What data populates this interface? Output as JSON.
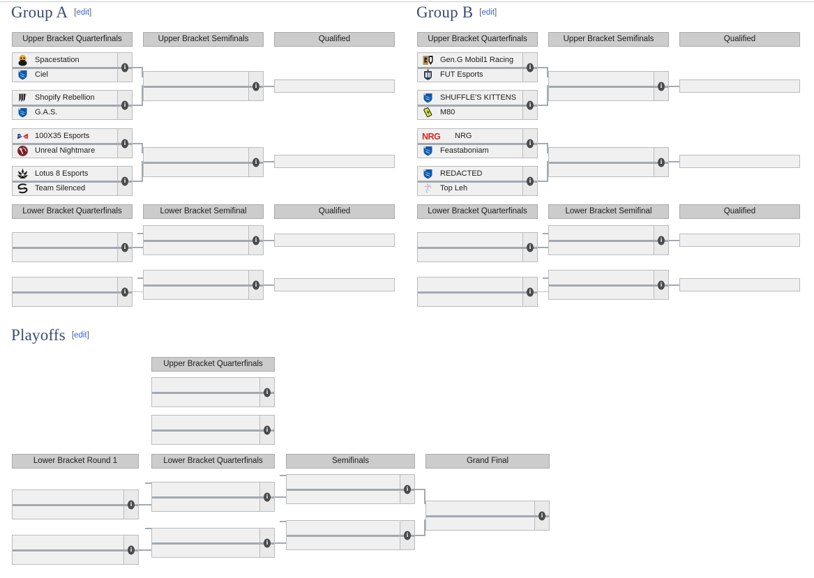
{
  "page": {
    "sections": [
      {
        "title": "Group A",
        "edit_label": "edit"
      },
      {
        "title": "Group B",
        "edit_label": "edit"
      },
      {
        "title": "Playoffs",
        "edit_label": "edit"
      }
    ]
  },
  "round_labels": {
    "ubqf": "Upper Bracket Quarterfinals",
    "ubsf": "Upper Bracket Semifinals",
    "qualified": "Qualified",
    "lbqf": "Lower Bracket Quarterfinals",
    "lbsf": "Lower Bracket Semifinal",
    "lbr1": "Lower Bracket Round 1",
    "playoff_lbqf": "Lower Bracket Quarterfinals",
    "semifinals": "Semifinals",
    "grandfinal": "Grand Final"
  },
  "group_a": {
    "title": "Group A",
    "upper_quarterfinals": [
      {
        "top": {
          "name": "Spacestation",
          "logo": "spacestation-logo"
        },
        "bottom": {
          "name": "Ciel",
          "logo": "ciel-logo"
        }
      },
      {
        "top": {
          "name": "Shopify Rebellion",
          "logo": "shopify-rebellion-logo"
        },
        "bottom": {
          "name": "G.A.S.",
          "logo": "gas-logo"
        }
      },
      {
        "top": {
          "name": "100X35 Esports",
          "logo": "100x35-esports-logo"
        },
        "bottom": {
          "name": "Unreal Nightmare",
          "logo": "unreal-nightmare-logo"
        }
      },
      {
        "top": {
          "name": "Lotus 8 Esports",
          "logo": "lotus-8-esports-logo"
        },
        "bottom": {
          "name": "Team Silenced",
          "logo": "team-silenced-logo"
        }
      }
    ],
    "upper_semifinals": [
      {
        "top": {
          "name": ""
        },
        "bottom": {
          "name": ""
        }
      },
      {
        "top": {
          "name": ""
        },
        "bottom": {
          "name": ""
        }
      }
    ],
    "upper_qualified": [
      {
        "name": ""
      },
      {
        "name": ""
      }
    ],
    "lower_quarterfinals": [
      {
        "top": {
          "name": ""
        },
        "bottom": {
          "name": ""
        }
      },
      {
        "top": {
          "name": ""
        },
        "bottom": {
          "name": ""
        }
      }
    ],
    "lower_semifinals": [
      {
        "top": {
          "name": ""
        },
        "bottom": {
          "name": ""
        }
      },
      {
        "top": {
          "name": ""
        },
        "bottom": {
          "name": ""
        }
      }
    ],
    "lower_qualified": [
      {
        "name": ""
      },
      {
        "name": ""
      }
    ]
  },
  "group_b": {
    "title": "Group B",
    "upper_quarterfinals": [
      {
        "top": {
          "name": "Gen.G Mobil1 Racing",
          "logo": "geng-logo"
        },
        "bottom": {
          "name": "FUT Esports",
          "logo": "fut-esports-logo"
        }
      },
      {
        "top": {
          "name": "SHUFFLE'S KITTENS",
          "logo": "shuffles-kittens-logo"
        },
        "bottom": {
          "name": "M80",
          "logo": "m80-logo"
        }
      },
      {
        "top": {
          "name": "NRG",
          "logo": "nrg-logo"
        },
        "bottom": {
          "name": "Feastaboniam",
          "logo": "feastaboniam-logo"
        }
      },
      {
        "top": {
          "name": "REDACTED",
          "logo": "redacted-logo"
        },
        "bottom": {
          "name": "Top Leh",
          "logo": "top-leh-logo"
        }
      }
    ],
    "upper_semifinals": [
      {
        "top": {
          "name": ""
        },
        "bottom": {
          "name": ""
        }
      },
      {
        "top": {
          "name": ""
        },
        "bottom": {
          "name": ""
        }
      }
    ],
    "upper_qualified": [
      {
        "name": ""
      },
      {
        "name": ""
      }
    ],
    "lower_quarterfinals": [
      {
        "top": {
          "name": ""
        },
        "bottom": {
          "name": ""
        }
      },
      {
        "top": {
          "name": ""
        },
        "bottom": {
          "name": ""
        }
      }
    ],
    "lower_semifinals": [
      {
        "top": {
          "name": ""
        },
        "bottom": {
          "name": ""
        }
      },
      {
        "top": {
          "name": ""
        },
        "bottom": {
          "name": ""
        }
      }
    ],
    "lower_qualified": [
      {
        "name": ""
      },
      {
        "name": ""
      }
    ]
  },
  "playoffs": {
    "title": "Playoffs",
    "upper_quarterfinals": [
      {
        "top": {
          "name": ""
        },
        "bottom": {
          "name": ""
        }
      },
      {
        "top": {
          "name": ""
        },
        "bottom": {
          "name": ""
        }
      }
    ],
    "lower_round1": [
      {
        "top": {
          "name": ""
        },
        "bottom": {
          "name": ""
        }
      },
      {
        "top": {
          "name": ""
        },
        "bottom": {
          "name": ""
        }
      }
    ],
    "lower_quarterfinals": [
      {
        "top": {
          "name": ""
        },
        "bottom": {
          "name": ""
        }
      },
      {
        "top": {
          "name": ""
        },
        "bottom": {
          "name": ""
        }
      }
    ],
    "semifinals": [
      {
        "top": {
          "name": ""
        },
        "bottom": {
          "name": ""
        }
      },
      {
        "top": {
          "name": ""
        },
        "bottom": {
          "name": ""
        }
      }
    ],
    "grand_final": [
      {
        "top": {
          "name": ""
        },
        "bottom": {
          "name": ""
        }
      }
    ]
  },
  "colors": {
    "heading": "#3a4a73",
    "link": "#3366cc",
    "round_header_bg": "#cccccc",
    "match_bg": "#f0f0f0",
    "border": "#bbbbbb",
    "rule": "#a2a9b1"
  }
}
